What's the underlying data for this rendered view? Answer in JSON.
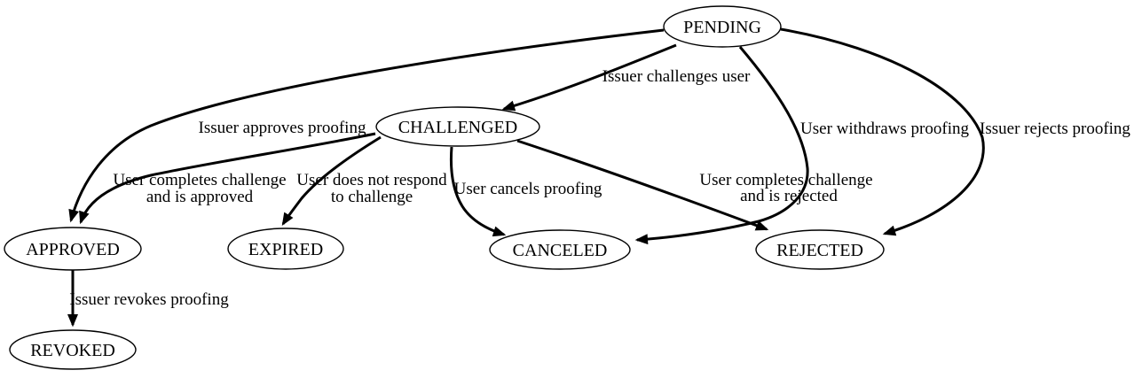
{
  "diagram": {
    "type": "state-machine-graph",
    "colors": {
      "background": "#ffffff",
      "node_fill": "#ffffff",
      "stroke": "#000000",
      "text": "#000000"
    },
    "nodes": {
      "pending": {
        "label": "PENDING"
      },
      "challenged": {
        "label": "CHALLENGED"
      },
      "approved": {
        "label": "APPROVED"
      },
      "expired": {
        "label": "EXPIRED"
      },
      "canceled": {
        "label": "CANCELED"
      },
      "rejected": {
        "label": "REJECTED"
      },
      "revoked": {
        "label": "REVOKED"
      }
    },
    "edges": {
      "pending_challenged": {
        "from": "PENDING",
        "to": "CHALLENGED",
        "label": "Issuer challenges user"
      },
      "pending_approved": {
        "from": "PENDING",
        "to": "APPROVED",
        "label": "Issuer approves proofing"
      },
      "pending_canceled": {
        "from": "PENDING",
        "to": "CANCELED",
        "label": "User withdraws proofing"
      },
      "pending_rejected": {
        "from": "PENDING",
        "to": "REJECTED",
        "label": "Issuer rejects proofing"
      },
      "challenged_approved": {
        "from": "CHALLENGED",
        "to": "APPROVED",
        "label_lines": [
          "User completes challenge",
          "and is approved"
        ]
      },
      "challenged_expired": {
        "from": "CHALLENGED",
        "to": "EXPIRED",
        "label_lines": [
          "User does not respond",
          "to challenge"
        ]
      },
      "challenged_canceled": {
        "from": "CHALLENGED",
        "to": "CANCELED",
        "label": "User cancels proofing"
      },
      "challenged_rejected": {
        "from": "CHALLENGED",
        "to": "REJECTED",
        "label_lines": [
          "User completes challenge",
          "and is rejected"
        ]
      },
      "approved_revoked": {
        "from": "APPROVED",
        "to": "REVOKED",
        "label": "Issuer revokes proofing"
      }
    }
  }
}
